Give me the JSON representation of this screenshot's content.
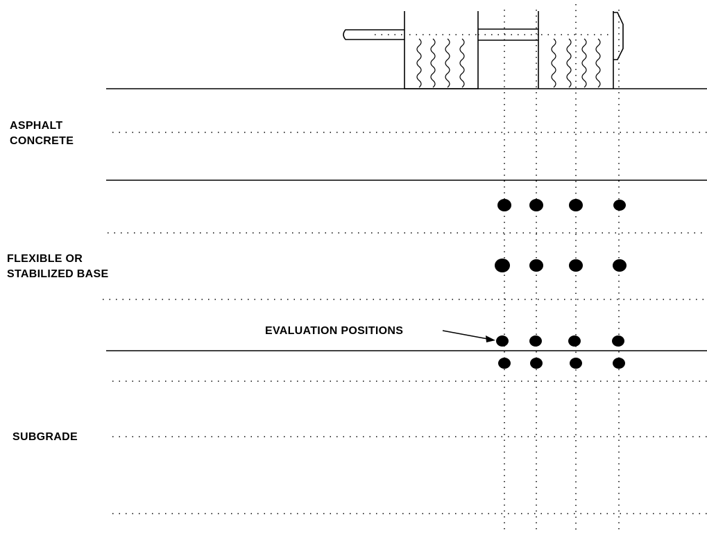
{
  "layers": [
    {
      "name_line1": "ASPHALT",
      "name_line2": "CONCRETE"
    },
    {
      "name_line1": "FLEXIBLE OR",
      "name_line2": "STABILIZED BASE"
    },
    {
      "name_line1": "SUBGRADE",
      "name_line2": ""
    }
  ],
  "callout": {
    "label": "EVALUATION POSITIONS"
  },
  "evaluation_positions": {
    "columns": 4,
    "rows": 4
  }
}
